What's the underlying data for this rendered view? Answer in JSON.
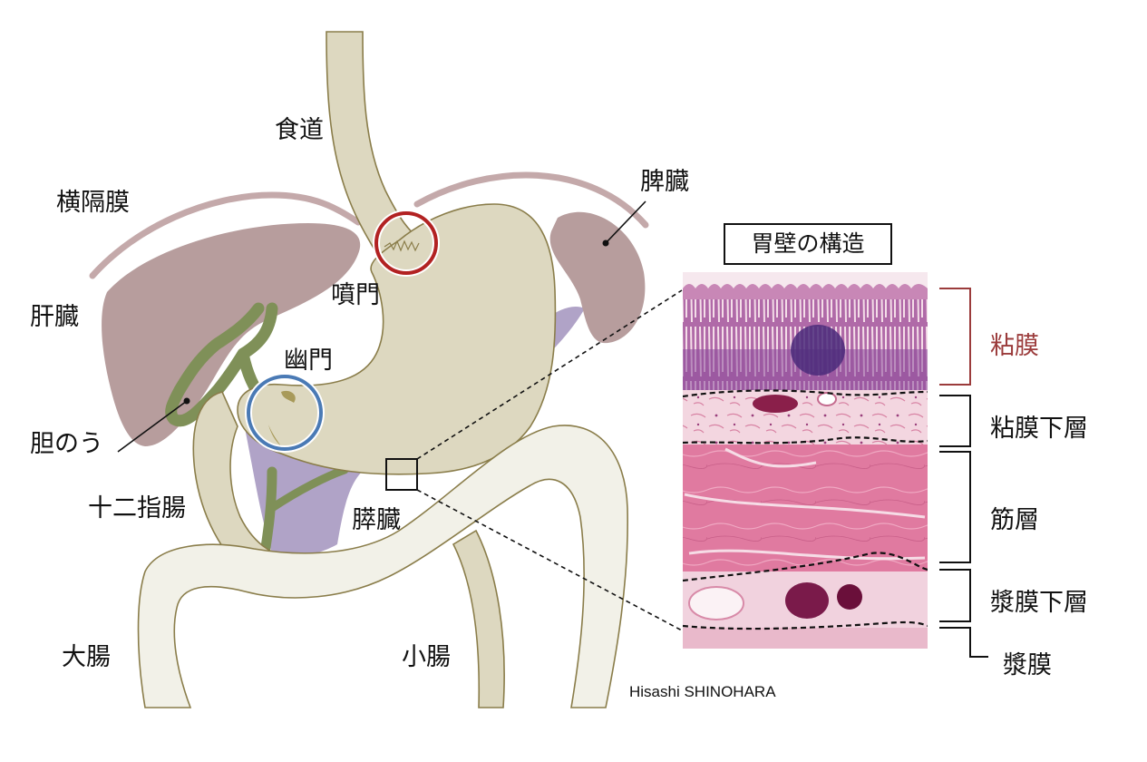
{
  "labels": {
    "esophagus": "食道",
    "diaphragm": "横隔膜",
    "spleen": "脾臓",
    "liver": "肝臓",
    "cardia": "噴門",
    "pylorus": "幽門",
    "gallbladder": "胆のう",
    "duodenum": "十二指腸",
    "pancreas": "膵臓",
    "large_intestine": "大腸",
    "small_intestine": "小腸"
  },
  "wall": {
    "title": "胃壁の構造",
    "mucosa": "粘膜",
    "submucosa": "粘膜下層",
    "muscle": "筋層",
    "subserosa": "漿膜下層",
    "serosa": "漿膜"
  },
  "credit": "Hisashi SHINOHARA",
  "colors": {
    "stomach": "#ddd8c0",
    "organ_outline": "#8a7d4a",
    "liver": "#b79d9d",
    "bile": "#7f9058",
    "pancreas": "#b0a3c7",
    "intestine": "#f2f1e8",
    "cardia_circle": "#b22222",
    "pylorus_circle": "#4a7ab5",
    "mucosa_label": "#9b3b3b",
    "tissue_pink": "#e08aa8",
    "tissue_purple": "#7a3d8a"
  }
}
